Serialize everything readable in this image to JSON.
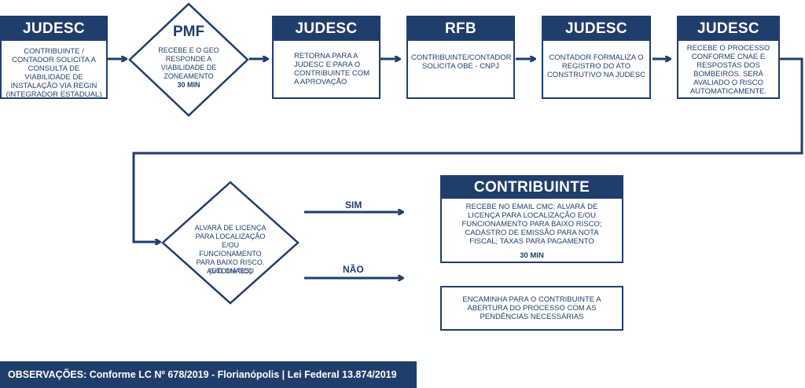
{
  "steps": [
    {
      "title": "JUDESC",
      "text": "CONTRIBUINTE / CONTADOR SOLICITA A CONSULTA DE VIABILIDADE DE INSTALAÇÃO VIA REGIN (INTEGRADOR ESTADUAL)"
    },
    {
      "title": "PMF",
      "text": "RECEBE E O GEO RESPONDE A VIABILIDADE DE ZONEAMENTO",
      "time": "30 MIN"
    },
    {
      "title": "JUDESC",
      "text": "RETORNA PARA A JUDESC E PARA O CONTRIBUINTE COM A APROVAÇÃO"
    },
    {
      "title": "RFB",
      "text": "CONTRIBUINTE/CONTADOR SOLICITA OBE - CNPJ"
    },
    {
      "title": "JUDESC",
      "text": "CONTADOR FORMALIZA O REGISTRO DO ATO CONSTRUTIVO NA JUDESC"
    },
    {
      "title": "JUDESC",
      "text": "RECEBE O PROCESSO CONFORME CNAE E RESPOSTAS DOS BOMBEIROS. SERÁ AVALIADO O RISCO AUTOMATICAMENTE."
    }
  ],
  "decision": {
    "text": "ALVARÁ DE LICENÇA PARA LOCALIZAÇÃO E/OU FUNCIONAMENTO PARA BAIXO RISCO. AUTOMÁTICO",
    "note": "(543 CNAES)"
  },
  "branches": {
    "yes_label": "SIM",
    "no_label": "NÃO"
  },
  "contribuinte": {
    "title": "CONTRIBUINTE",
    "text": "RECEBE NO EMAIL CMC; ALVARÁ DE LICENÇA PARA LOCALIZAÇÃO E/OU FUNCIONAMENTO PARA BAIXO RISCO; CADASTRO DE EMISSÃO PARA NOTA FISCAL; TAXAS PARA PAGAMENTO",
    "time": "30 MIN"
  },
  "pending": {
    "text": "ENCAMINHA PARA O CONTRIBUINTE A ABERTURA DO PROCESSO COM AS PENDÊNCIAS NECESSÁRIAS"
  },
  "footer": {
    "text": "OBSERVAÇÕES: Conforme LC Nº 678/2019 - Florianópolis | Lei Federal 13.874/2019"
  },
  "colors": {
    "primary": "#1f3e6b",
    "background": "#ffffff"
  }
}
